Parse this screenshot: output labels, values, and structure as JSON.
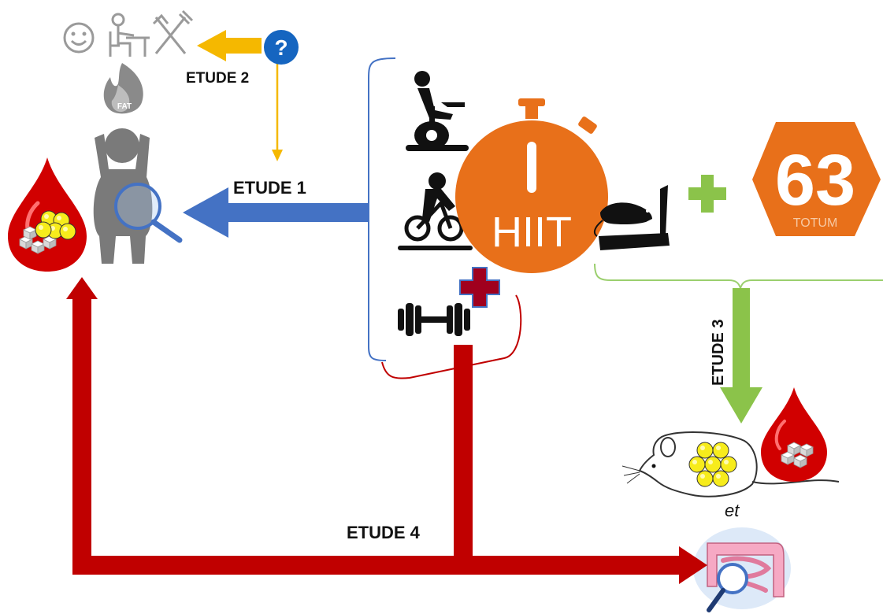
{
  "labels": {
    "etude1": "ETUDE 1",
    "etude2": "ETUDE 2",
    "etude3": "ETUDE 3",
    "etude4": "ETUDE 4",
    "et": "et",
    "hiit": "HIIT",
    "totum_number": "63",
    "totum_name": "TOTUM",
    "fat": "FAT",
    "question_mark": "?"
  },
  "colors": {
    "orange": "#E8701A",
    "blue_arrow": "#4472C4",
    "yellow_arrow": "#F5B800",
    "red_arrow": "#C00000",
    "green_arrow": "#8BC34A",
    "light_green": "#9BCF6E",
    "dark_red_plus": "#A0001E",
    "question_blue": "#1565C0",
    "gray_person": "#7A7A7A",
    "blood_red": "#D10000"
  },
  "icons": [
    "smile-icon",
    "desk-person-icon",
    "utensils-icon",
    "fat-flame-icon",
    "question-icon",
    "person-icon",
    "magnifier-icon",
    "blood-drop-icon",
    "exercise-bike-icon",
    "spin-bike-icon",
    "dumbbell-icon",
    "stopwatch-icon",
    "treadmill-rat-icon",
    "green-plus-icon",
    "totum-hexagon-icon",
    "red-plus-icon",
    "rat-icon",
    "intestine-icon"
  ]
}
